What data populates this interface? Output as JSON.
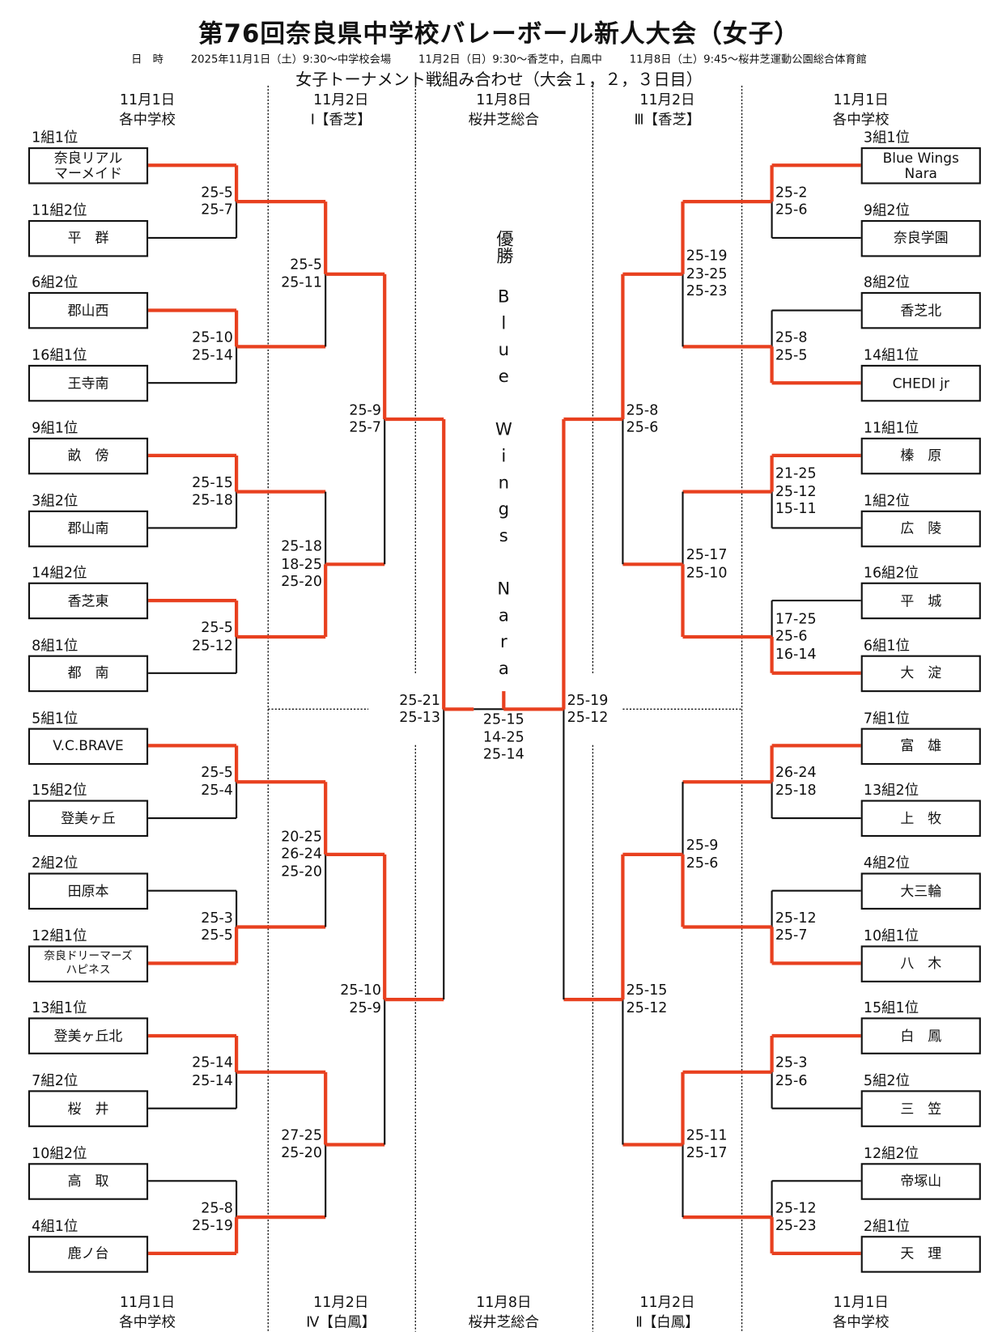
{
  "header": {
    "title": "第76回奈良県中学校バレーボール新人大会（女子）",
    "schedule_label": "日　時",
    "schedule": [
      "2025年11月1日（土）9:30～中学校会場",
      "11月2日（日）9:30～香芝中，白鳳中",
      "11月8日（土）9:45～桜井芝運動公園総合体育館"
    ],
    "subtitle": "女子トーナメント戦組み合わせ（大会１，２，３日目）"
  },
  "columns_top": [
    {
      "date": "11月1日",
      "venue": "各中学校"
    },
    {
      "date": "11月2日",
      "venue": "Ⅰ【香芝】"
    },
    {
      "date": "11月8日",
      "venue": "桜井芝総合"
    },
    {
      "date": "11月2日",
      "venue": "Ⅲ【香芝】"
    },
    {
      "date": "11月1日",
      "venue": "各中学校"
    }
  ],
  "columns_bottom": [
    {
      "date": "11月1日",
      "venue": "各中学校"
    },
    {
      "date": "11月2日",
      "venue": "Ⅳ【白鳳】"
    },
    {
      "date": "11月8日",
      "venue": "桜井芝総合"
    },
    {
      "date": "11月2日",
      "venue": "Ⅱ【白鳳】"
    },
    {
      "date": "11月1日",
      "venue": "各中学校"
    }
  ],
  "champion": {
    "label": "優勝",
    "name": "Blue Wings Nara"
  },
  "colors": {
    "winner_line": "#e8401f",
    "line": "#111111"
  },
  "left": {
    "teams": [
      {
        "seed": "1組1位",
        "name": "奈良リアル\nマーメイド"
      },
      {
        "seed": "11組2位",
        "name": "平　群"
      },
      {
        "seed": "6組2位",
        "name": "郡山西"
      },
      {
        "seed": "16組1位",
        "name": "王寺南"
      },
      {
        "seed": "9組1位",
        "name": "畝　傍"
      },
      {
        "seed": "3組2位",
        "name": "郡山南"
      },
      {
        "seed": "14組2位",
        "name": "香芝東"
      },
      {
        "seed": "8組1位",
        "name": "都　南"
      },
      {
        "seed": "5組1位",
        "name": "V.C.BRAVE"
      },
      {
        "seed": "15組2位",
        "name": "登美ヶ丘"
      },
      {
        "seed": "2組2位",
        "name": "田原本"
      },
      {
        "seed": "12組1位",
        "name": "奈良ドリーマーズ\nハピネス",
        "small": true
      },
      {
        "seed": "13組1位",
        "name": "登美ヶ丘北"
      },
      {
        "seed": "7組2位",
        "name": "桜　井"
      },
      {
        "seed": "10組2位",
        "name": "高　取"
      },
      {
        "seed": "4組1位",
        "name": "鹿ノ台"
      }
    ],
    "rounds": [
      [
        {
          "winner": "top",
          "scores": "25-5\n25-7"
        },
        {
          "winner": "top",
          "scores": "25-10\n25-14"
        },
        {
          "winner": "top",
          "scores": "25-15\n25-18"
        },
        {
          "winner": "top",
          "scores": "25-5\n25-12"
        },
        {
          "winner": "top",
          "scores": "25-5\n25-4"
        },
        {
          "winner": "bottom",
          "scores": "25-3\n25-5"
        },
        {
          "winner": "top",
          "scores": "25-14\n25-14"
        },
        {
          "winner": "bottom",
          "scores": "25-8\n25-19"
        }
      ],
      [
        {
          "winner": "top",
          "scores": "25-5\n25-11"
        },
        {
          "winner": "bottom",
          "scores": "25-18\n18-25\n25-20"
        },
        {
          "winner": "top",
          "scores": "20-25\n26-24\n25-20"
        },
        {
          "winner": "top",
          "scores": "27-25\n25-20"
        }
      ],
      [
        {
          "winner": "top",
          "scores": "25-9\n25-7"
        },
        {
          "winner": "top",
          "scores": "25-10\n25-9"
        }
      ],
      [
        {
          "winner": "top",
          "scores": "25-21\n25-13"
        }
      ]
    ]
  },
  "right": {
    "teams": [
      {
        "seed": "3組1位",
        "name": "Blue Wings\nNara"
      },
      {
        "seed": "9組2位",
        "name": "奈良学園"
      },
      {
        "seed": "8組2位",
        "name": "香芝北"
      },
      {
        "seed": "14組1位",
        "name": "CHEDI jr"
      },
      {
        "seed": "11組1位",
        "name": "榛　原"
      },
      {
        "seed": "1組2位",
        "name": "広　陵"
      },
      {
        "seed": "16組2位",
        "name": "平　城"
      },
      {
        "seed": "6組1位",
        "name": "大　淀"
      },
      {
        "seed": "7組1位",
        "name": "富　雄"
      },
      {
        "seed": "13組2位",
        "name": "上　牧"
      },
      {
        "seed": "4組2位",
        "name": "大三輪"
      },
      {
        "seed": "10組1位",
        "name": "八　木"
      },
      {
        "seed": "15組1位",
        "name": "白　鳳"
      },
      {
        "seed": "5組2位",
        "name": "三　笠"
      },
      {
        "seed": "12組2位",
        "name": "帝塚山"
      },
      {
        "seed": "2組1位",
        "name": "天　理"
      }
    ],
    "rounds": [
      [
        {
          "winner": "top",
          "scores": "25-2\n25-6"
        },
        {
          "winner": "bottom",
          "scores": "25-8\n25-5"
        },
        {
          "winner": "top",
          "scores": "21-25\n25-12\n15-11"
        },
        {
          "winner": "bottom",
          "scores": "17-25\n25-6\n16-14"
        },
        {
          "winner": "top",
          "scores": "26-24\n25-18"
        },
        {
          "winner": "bottom",
          "scores": "25-12\n25-7"
        },
        {
          "winner": "top",
          "scores": "25-3\n25-6"
        },
        {
          "winner": "bottom",
          "scores": "25-12\n25-23"
        }
      ],
      [
        {
          "winner": "top",
          "scores": "25-19\n23-25\n25-23"
        },
        {
          "winner": "bottom",
          "scores": "25-17\n25-10"
        },
        {
          "winner": "bottom",
          "scores": "25-9\n25-6"
        },
        {
          "winner": "top",
          "scores": "25-11\n25-17"
        }
      ],
      [
        {
          "winner": "top",
          "scores": "25-8\n25-6"
        },
        {
          "winner": "top",
          "scores": "25-15\n25-12"
        }
      ],
      [
        {
          "winner": "top",
          "scores": "25-19\n25-12"
        }
      ]
    ]
  },
  "final": {
    "winner": "right",
    "scores": "25-15\n14-25\n25-14"
  }
}
